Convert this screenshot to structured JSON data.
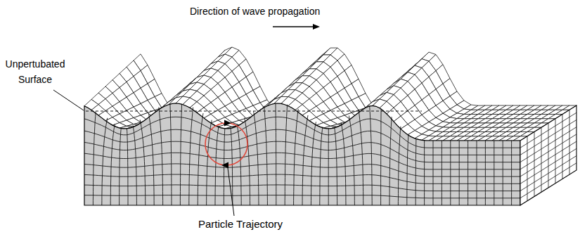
{
  "diagram": {
    "labels": [
      "Direction of wave propagation",
      "Unpertubated Surface",
      "Particle Trajectory"
    ]
  }
}
